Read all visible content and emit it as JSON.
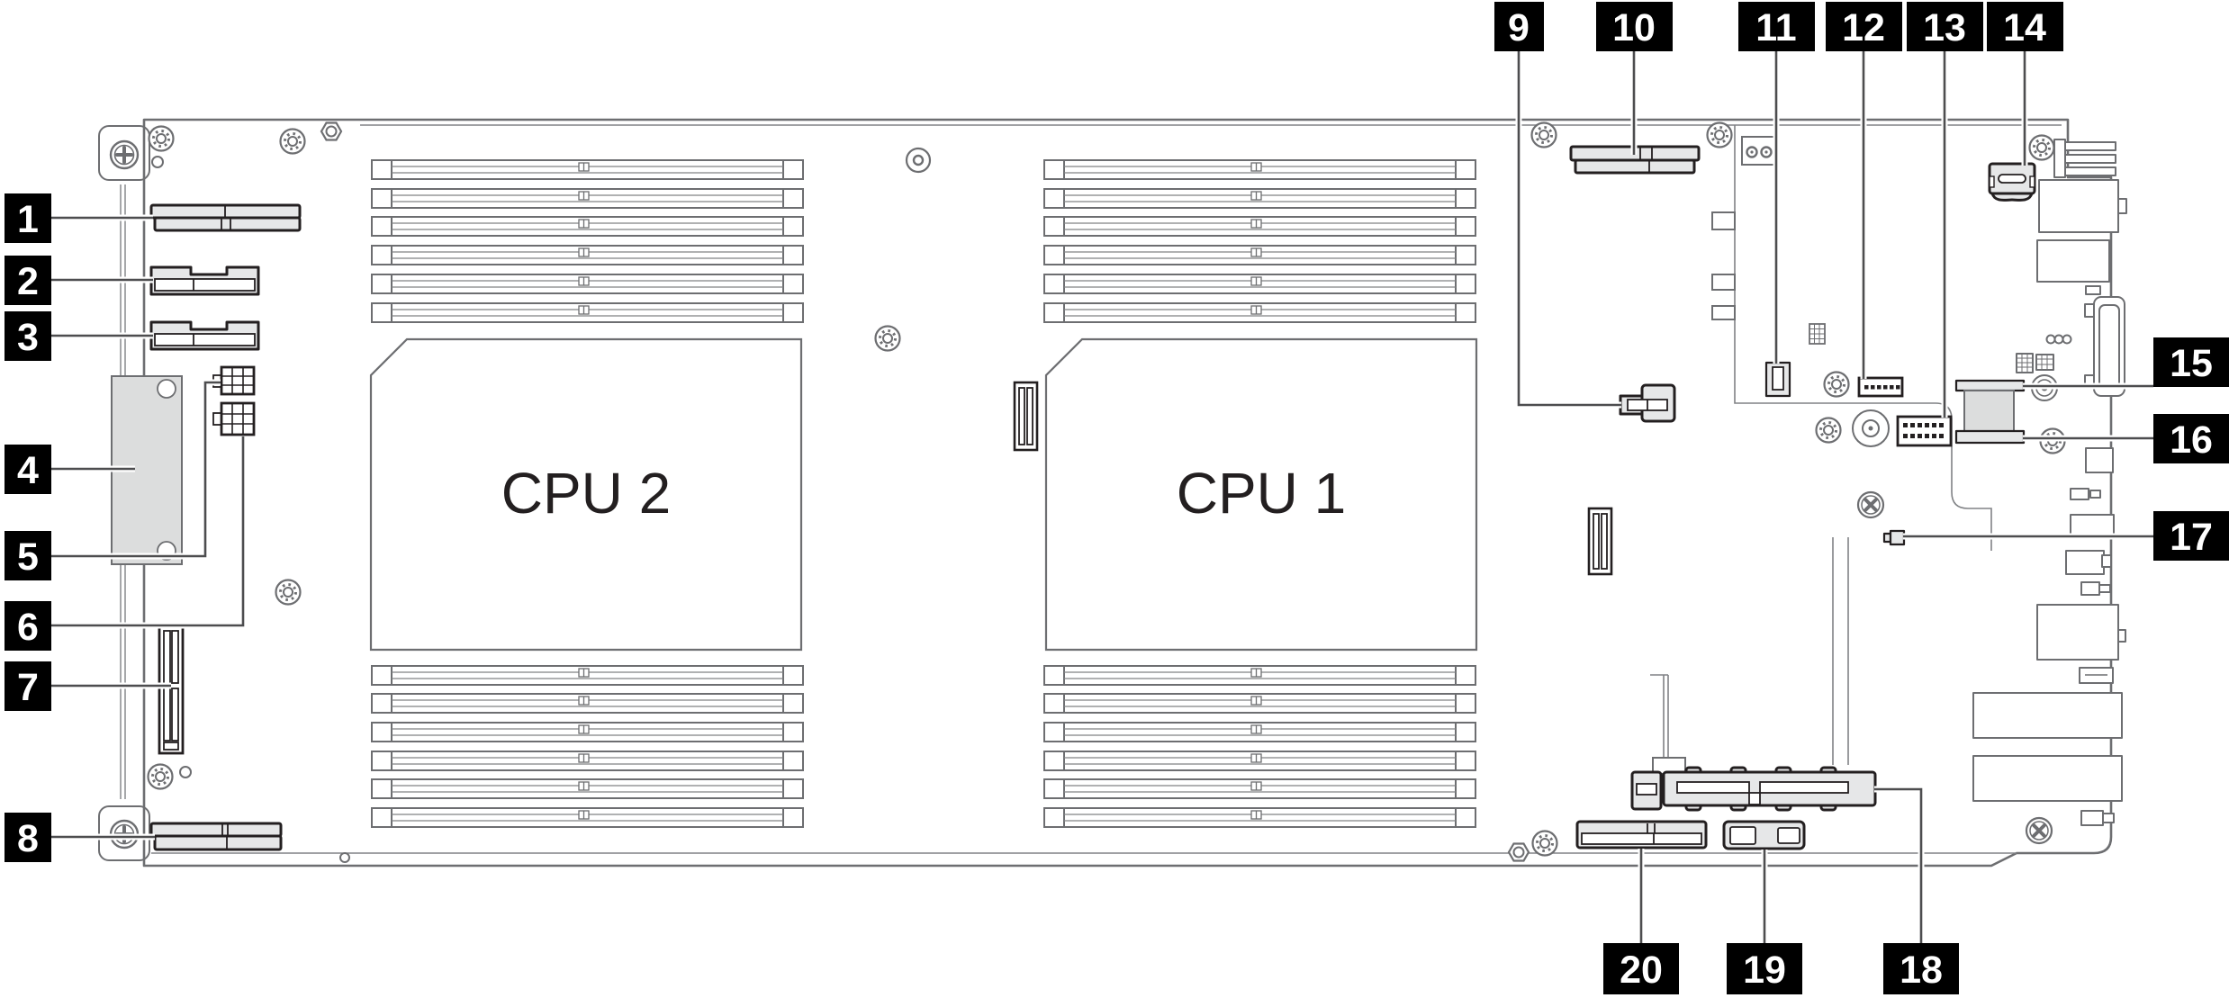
{
  "figure": {
    "figure_type": "system-board-callout-diagram",
    "cpu_sockets": [
      {
        "label": "CPU 2"
      },
      {
        "label": "CPU 1"
      }
    ],
    "memory": {
      "banks": 4,
      "slots_per_bank": 6
    },
    "callouts": [
      {
        "number": "1"
      },
      {
        "number": "2"
      },
      {
        "number": "3"
      },
      {
        "number": "4"
      },
      {
        "number": "5"
      },
      {
        "number": "6"
      },
      {
        "number": "7"
      },
      {
        "number": "8"
      },
      {
        "number": "9"
      },
      {
        "number": "10"
      },
      {
        "number": "11"
      },
      {
        "number": "12"
      },
      {
        "number": "13"
      },
      {
        "number": "14"
      },
      {
        "number": "15"
      },
      {
        "number": "16"
      },
      {
        "number": "17"
      },
      {
        "number": "18"
      },
      {
        "number": "19"
      },
      {
        "number": "20"
      }
    ],
    "colors": {
      "background": "#ffffff",
      "board_line": "#6d6e71",
      "component_outline": "#231f20",
      "connector_fill": "#e6e7e8",
      "module_fill": "#dcdddd",
      "callout_bg": "#000000",
      "callout_fg": "#ffffff",
      "leader": "#4d4d4f"
    }
  }
}
